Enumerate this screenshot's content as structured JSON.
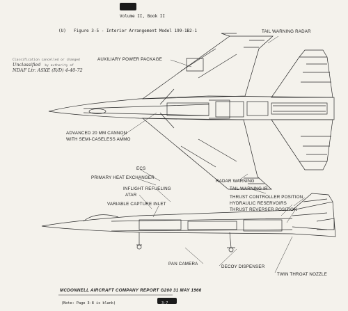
{
  "header": {
    "volume": "Volume II, Book II",
    "figure_marker": "(U)",
    "figure_caption": "Figure 3-5 - Interior Arrangement Model 199-1B2-1"
  },
  "classification": {
    "line1": "Classification cancelled or changed",
    "line2_handwritten": "Unclassified",
    "line3": "by authority of",
    "line4_handwritten": "NDAF Ltr. ASXE (R/D) 4-40-72"
  },
  "callouts": {
    "tail_warning_radar": "TAIL WARNING RADAR",
    "auxiliary_power_package": "AUXILIARY POWER PACKAGE",
    "cannon_line1": "ADVANCED 20 MM CANNON",
    "cannon_line2": "WITH SEMI-CASELESS AMMO",
    "ecs": "ECS",
    "primary_heat_exchanger": "PRIMARY HEAT EXCHANGER",
    "radar_warning": "RADAR WARNING",
    "tail_warning_ir": "TAIL WARNING IR",
    "inflight_refueling": "INFLIGHT REFUELING",
    "thrust_controller_position": "THRUST CONTROLLER POSITION",
    "atar": "ATAR",
    "hydraulic_reservoirs": "HYDRAULIC RESERVOIRS",
    "variable_capture_inlet": "VARIABLE CAPTURE INLET",
    "thrust_reverser_position": "THRUST REVERSER POSITION",
    "pan_camera": "PAN CAMERA",
    "decoy_dispenser": "DECOY DISPENSER",
    "twin_throat_nozzle": "TWIN THROAT NOZZLE"
  },
  "footer": {
    "report_line": "MCDONNELL AIRCRAFT COMPANY REPORT G200 31 MAY 1966",
    "note": "(Note: Page 3-8 is blank)",
    "page_number": "3-7"
  }
}
